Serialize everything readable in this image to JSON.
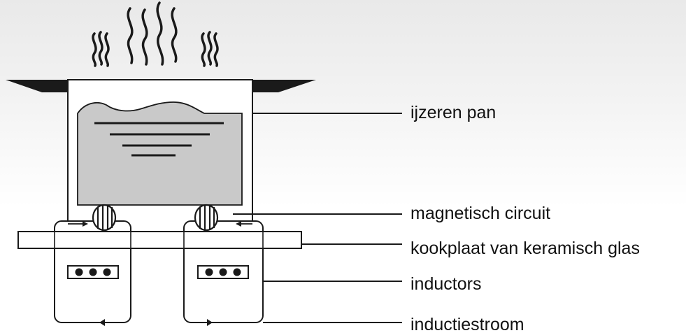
{
  "labels": {
    "pan": "ijzeren pan",
    "magnetic_circuit": "magnetisch circuit",
    "glass_hob": "kookplaat van keramisch glas",
    "inductors": "inductors",
    "induction_current": "inductiestroom"
  },
  "colors": {
    "line": "#1a1a1a",
    "liquid": "#c9c9c9",
    "background_top": "#e9e9e9",
    "background_bottom": "#ffffff"
  }
}
